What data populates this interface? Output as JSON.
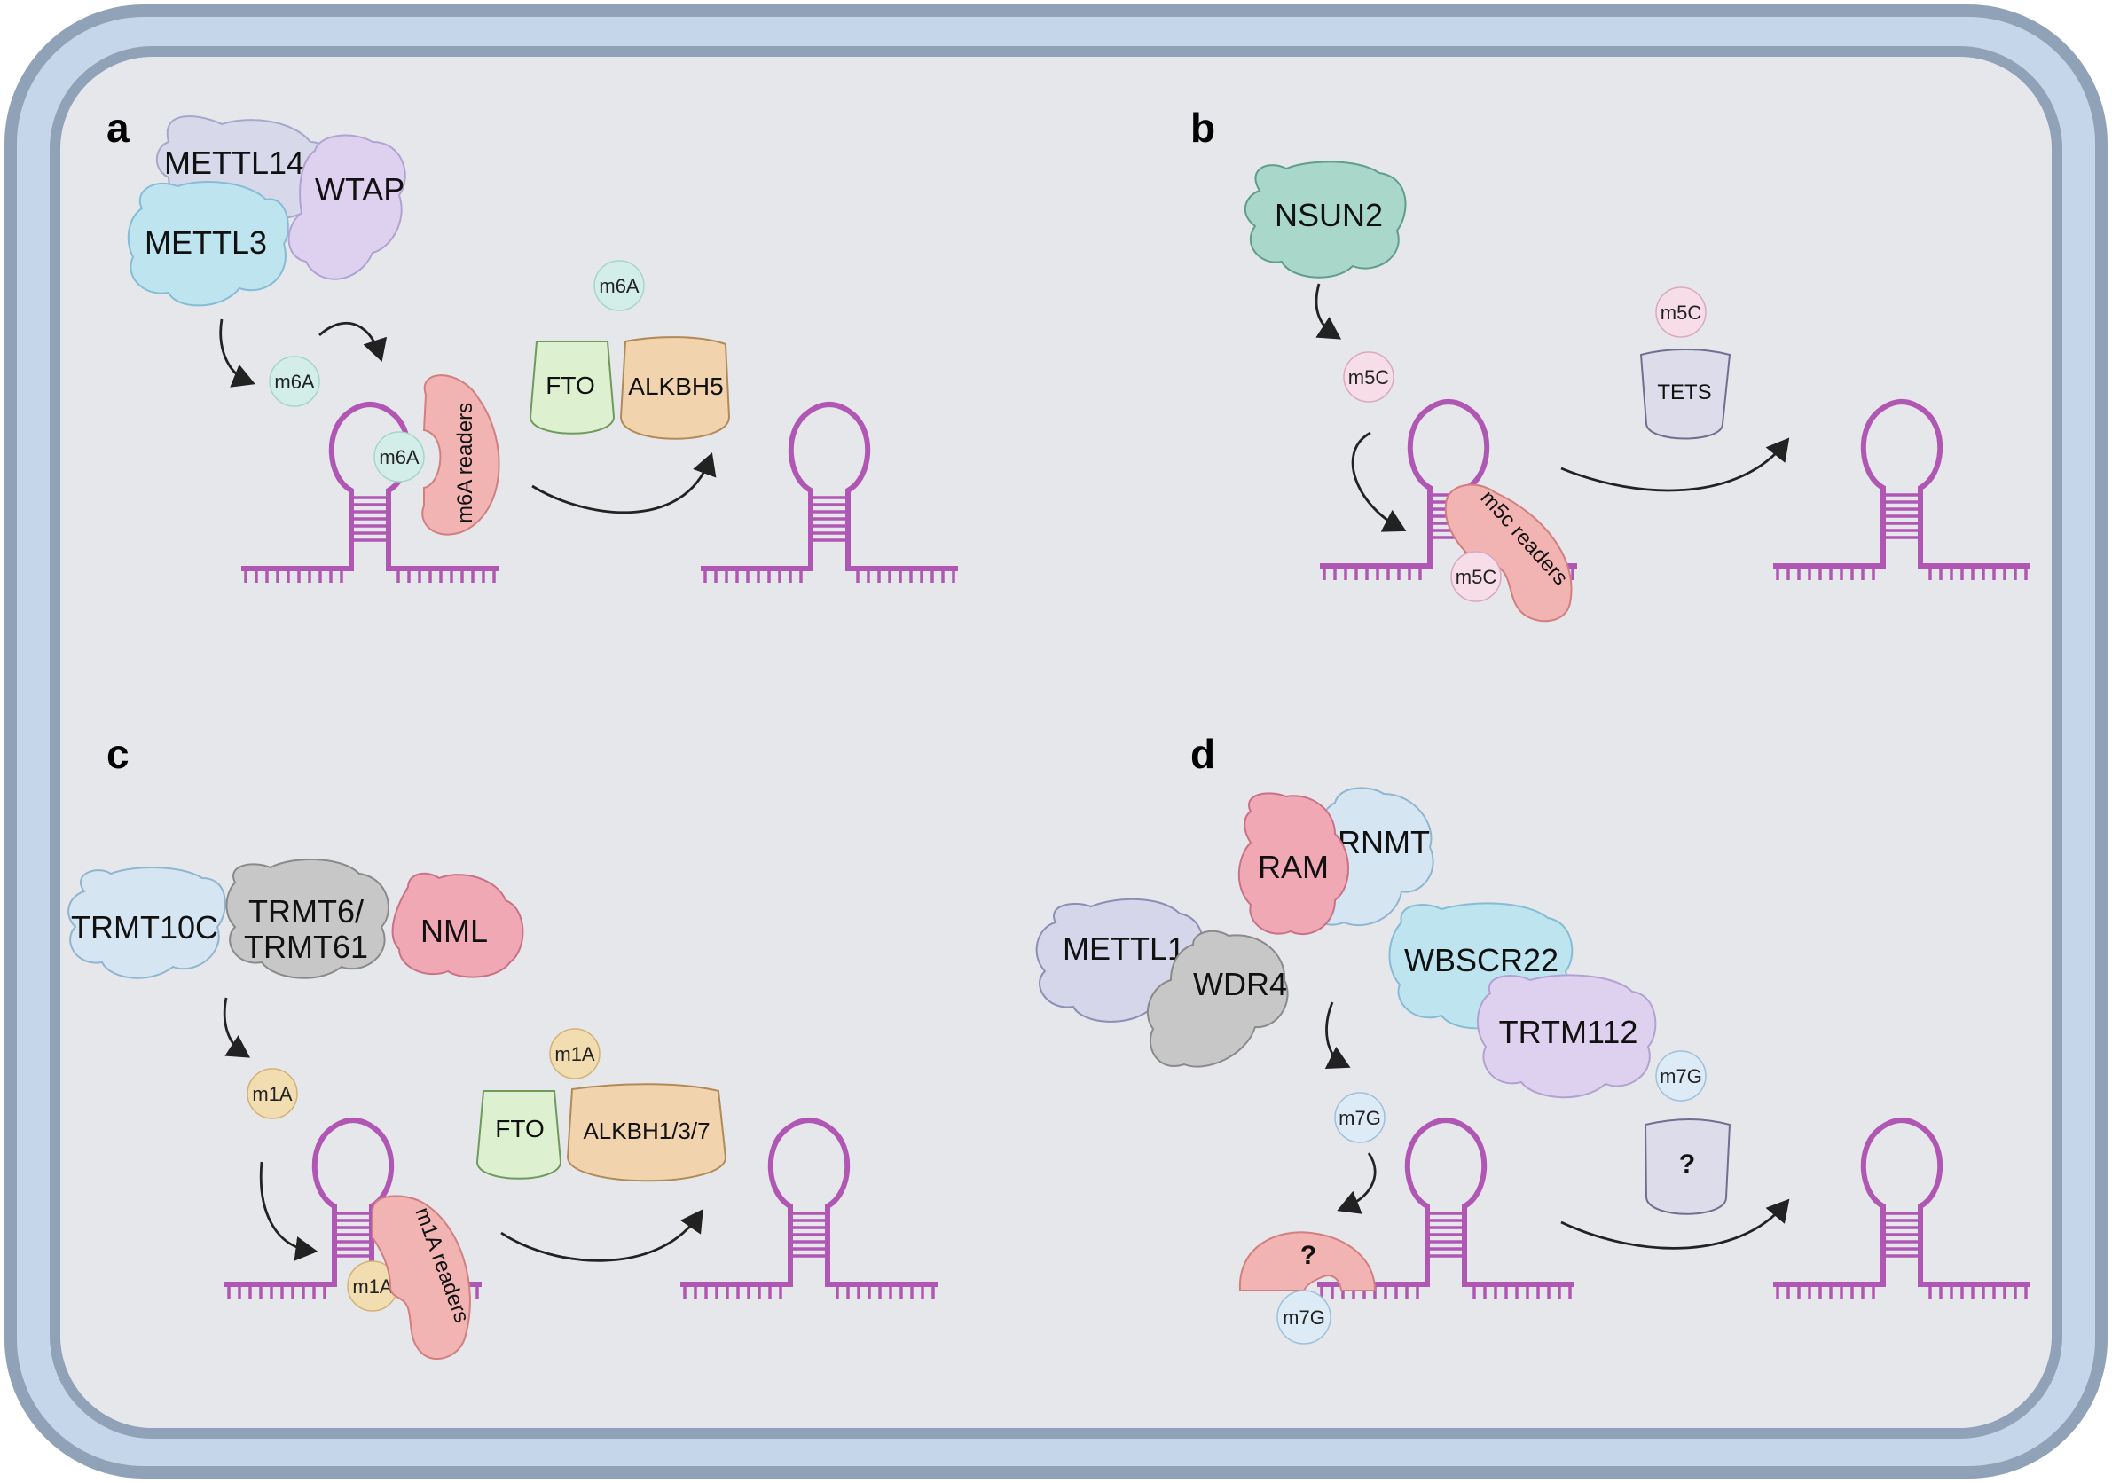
{
  "panels": {
    "a": {
      "label": "a",
      "writers": [
        "METTL14",
        "WTAP",
        "METTL3"
      ],
      "erasers": [
        "FTO",
        "ALKBH5"
      ],
      "mark": "m6A",
      "reader": "m6A readers"
    },
    "b": {
      "label": "b",
      "writers": [
        "NSUN2"
      ],
      "erasers": [
        "TETS"
      ],
      "mark": "m5C",
      "reader": "m5c readers"
    },
    "c": {
      "label": "c",
      "writers": [
        "TRMT10C",
        "TRMT6/",
        "TRMT61",
        "NML"
      ],
      "erasers": [
        "FTO",
        "ALKBH1/3/7"
      ],
      "mark": "m1A",
      "reader": "m1A readers"
    },
    "d": {
      "label": "d",
      "writers": [
        "RAM",
        "RNMT",
        "METTL1",
        "WDR4",
        "WBSCR22",
        "TRTM112"
      ],
      "eraser_unknown": "?",
      "reader_unknown": "?",
      "mark": "m7G"
    }
  },
  "colors": {
    "cell_border": "#8fa2b8",
    "cell_membrane": "#c5d5ea",
    "cytoplasm": "#e6e7eb",
    "rna": "#b057b4",
    "m6A_mark": "#d3eee8",
    "m5C_mark": "#f7dde8",
    "m1A_mark": "#f2ddb0",
    "m7G_mark": "#ddebf7",
    "reader": "#f2b3b3",
    "fto": "#ddf0cf",
    "alkbh": "#f1d3ad",
    "tets": "#dcdcea"
  }
}
